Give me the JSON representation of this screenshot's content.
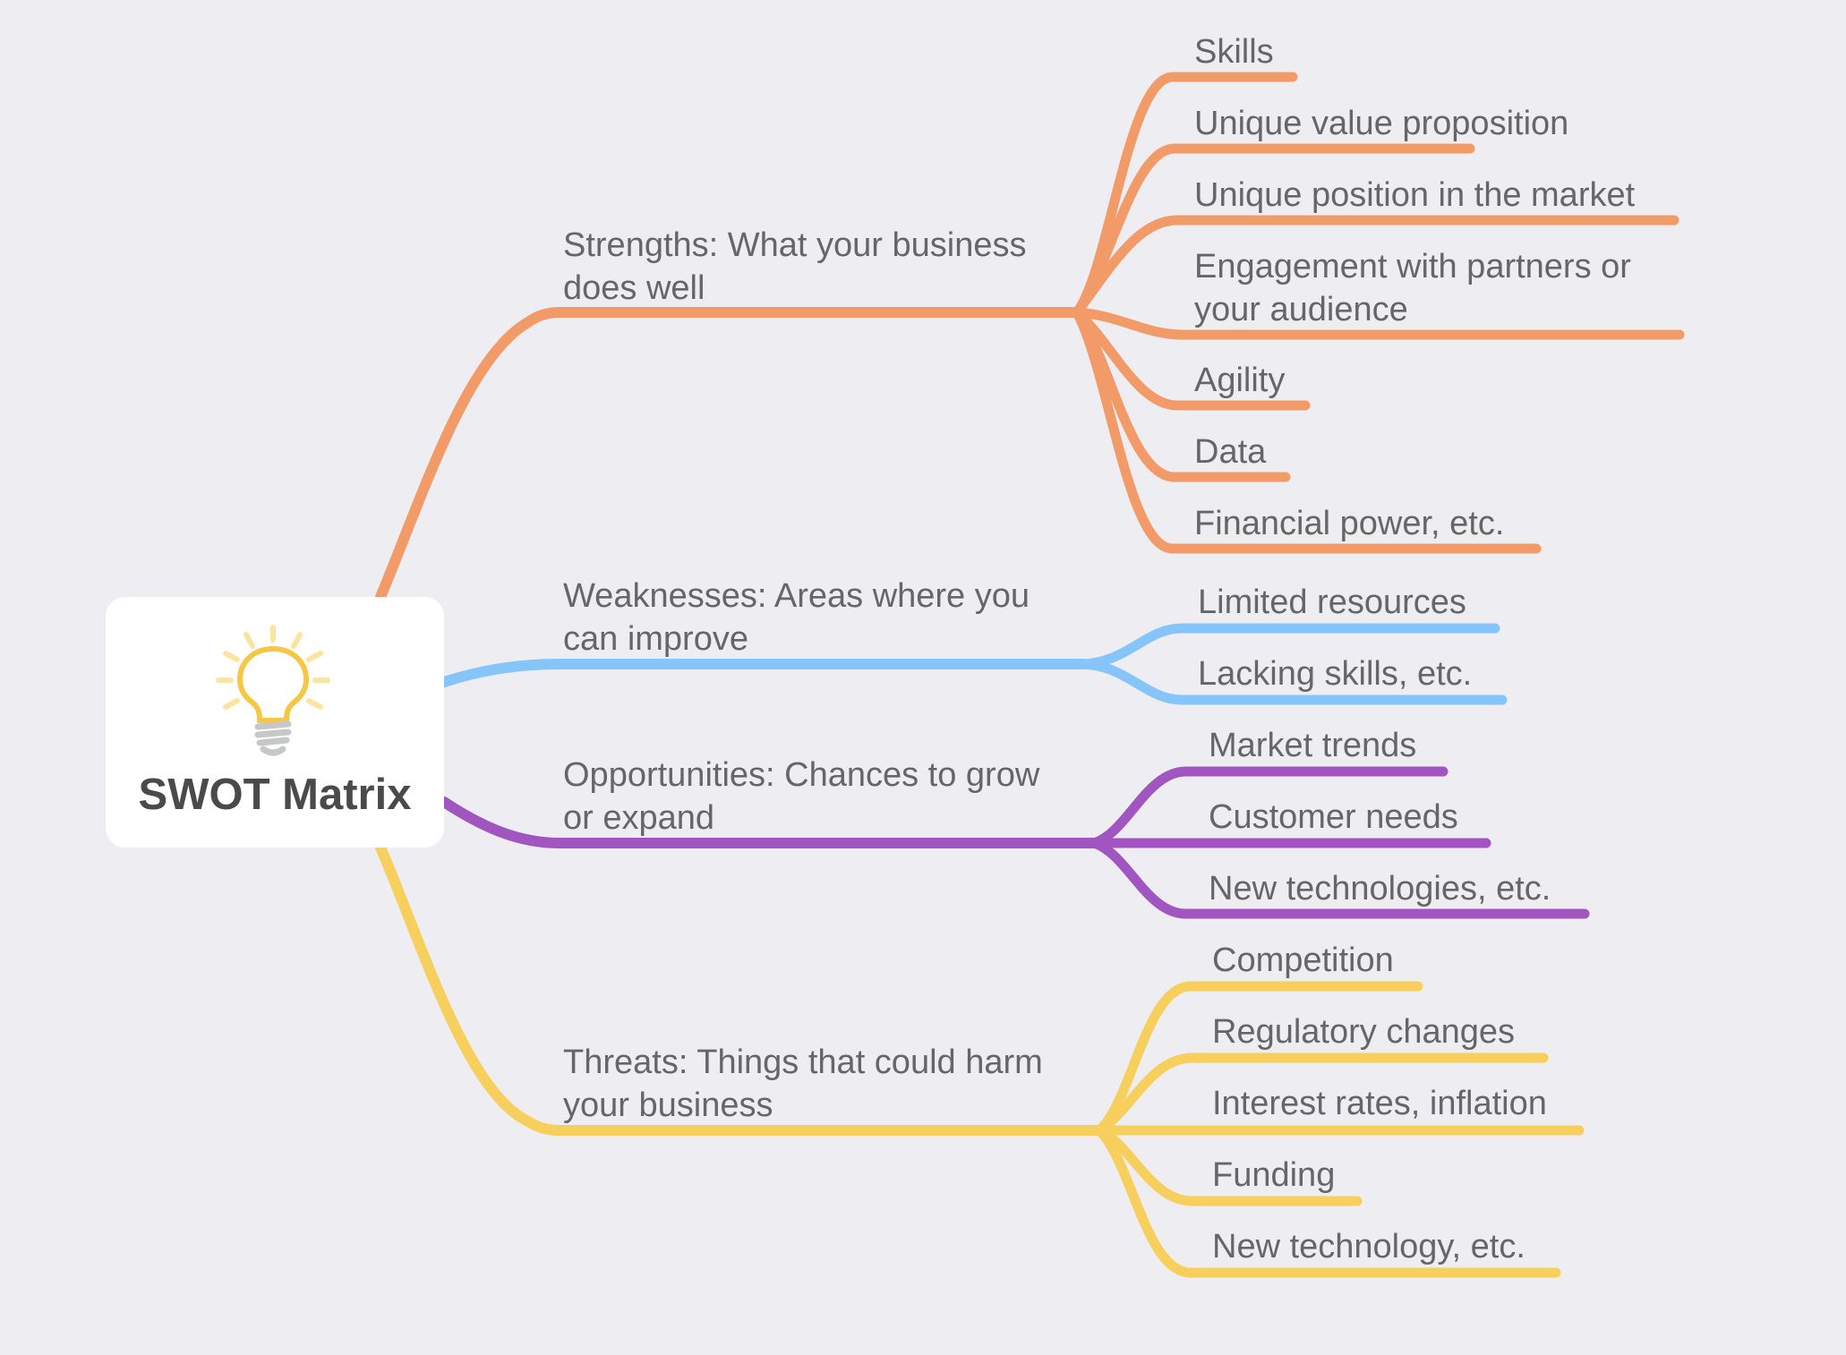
{
  "central": {
    "title": "SWOT Matrix",
    "icon": "lightbulb-icon",
    "colors": {
      "bulb": "#F6C744",
      "rays": "#FBE3A0",
      "base": "#C5C8C7"
    }
  },
  "branches": [
    {
      "id": "strengths",
      "color": "#F29B68",
      "label_lines": [
        "Strengths: What your business",
        "does well"
      ],
      "leaves": [
        {
          "lines": [
            "Skills"
          ]
        },
        {
          "lines": [
            "Unique value proposition"
          ]
        },
        {
          "lines": [
            "Unique position in the market"
          ]
        },
        {
          "lines": [
            "Engagement with partners or",
            "your audience"
          ]
        },
        {
          "lines": [
            "Agility"
          ]
        },
        {
          "lines": [
            "Data"
          ]
        },
        {
          "lines": [
            "Financial power, etc."
          ]
        }
      ]
    },
    {
      "id": "weaknesses",
      "color": "#86C5FA",
      "label_lines": [
        "Weaknesses: Areas where you",
        "can improve"
      ],
      "leaves": [
        {
          "lines": [
            "Limited resources"
          ]
        },
        {
          "lines": [
            "Lacking skills, etc."
          ]
        }
      ]
    },
    {
      "id": "opportunities",
      "color": "#A155C0",
      "label_lines": [
        "Opportunities: Chances to grow",
        "or expand"
      ],
      "leaves": [
        {
          "lines": [
            "Market trends"
          ]
        },
        {
          "lines": [
            "Customer needs"
          ]
        },
        {
          "lines": [
            "New technologies, etc."
          ]
        }
      ]
    },
    {
      "id": "threats",
      "color": "#F7CF5C",
      "label_lines": [
        "Threats: Things that could harm",
        "your business"
      ],
      "leaves": [
        {
          "lines": [
            "Competition"
          ]
        },
        {
          "lines": [
            "Regulatory changes"
          ]
        },
        {
          "lines": [
            "Interest rates, inflation"
          ]
        },
        {
          "lines": [
            "Funding"
          ]
        },
        {
          "lines": [
            "New technology, etc."
          ]
        }
      ]
    }
  ],
  "theme": {
    "background": "#EEEDF2",
    "node_fill": "#FFFFFF",
    "text_color": "#666666",
    "title_color": "#4A4A4A"
  }
}
